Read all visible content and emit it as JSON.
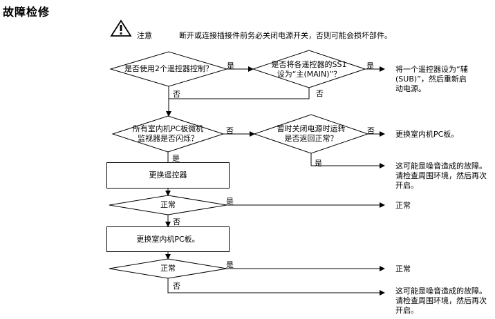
{
  "title": "故障检修",
  "caution": {
    "label": "注意",
    "text": "断开或连接插接件前务必关闭电源开关，否则可能会损坏部件。"
  },
  "yes": "是",
  "no": "否",
  "decisions": {
    "d1": {
      "line1": "是否使用2个遥控器控制？"
    },
    "d2": {
      "line1": "是否将各遥控器的SS1",
      "line2": "设为“主(MAIN)”？"
    },
    "d3": {
      "line1": "所有室内机PC板微机",
      "line2": "监视器是否闪烁？"
    },
    "d4": {
      "line1": "暂时关闭电源时运转",
      "line2": "是否返回正常？"
    },
    "d5": {
      "line1": "正常"
    },
    "d6": {
      "line1": "正常"
    }
  },
  "boxes": {
    "b1": "更换遥控器",
    "b2": "更换室内机PC板。"
  },
  "results": {
    "r1": {
      "line1": "将一个遥控器设为“辅",
      "line2": "(SUB)”，然后重新启",
      "line3": "动电源。"
    },
    "r2": {
      "line1": "更换室内机PC板。"
    },
    "r3": {
      "line1": "这可能是噪音造成的故障。",
      "line2": "请检查周围环境，然后再次",
      "line3": "开启。"
    },
    "r4": {
      "line1": "正常"
    },
    "r5": {
      "line1": "正常"
    },
    "r6": {
      "line1": "这可能是噪音造成的故障。",
      "line2": "请检查周围环境，然后再次",
      "line3": "开启。"
    }
  }
}
